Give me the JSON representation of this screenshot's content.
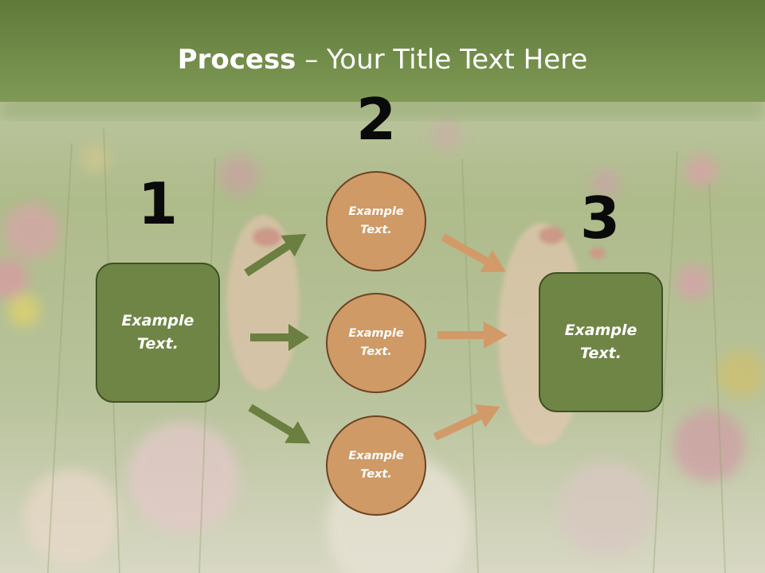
{
  "title": {
    "bold": "Process",
    "rest": " – Your Title Text Here"
  },
  "steps": [
    {
      "number": "1",
      "label": "Example Text."
    },
    {
      "number": "2"
    },
    {
      "number": "3",
      "label": "Example Text."
    }
  ],
  "circles": [
    {
      "label": "Example Text."
    },
    {
      "label": "Example Text."
    },
    {
      "label": "Example Text."
    }
  ],
  "colors": {
    "box_fill": "#6f8545",
    "box_border": "#3f4f24",
    "circle_fill": "#cf9a66",
    "circle_border": "#6b4423",
    "green_arrow": "#6b7f40",
    "orange_arrow": "#d29a68",
    "banner": "#6b8540"
  }
}
